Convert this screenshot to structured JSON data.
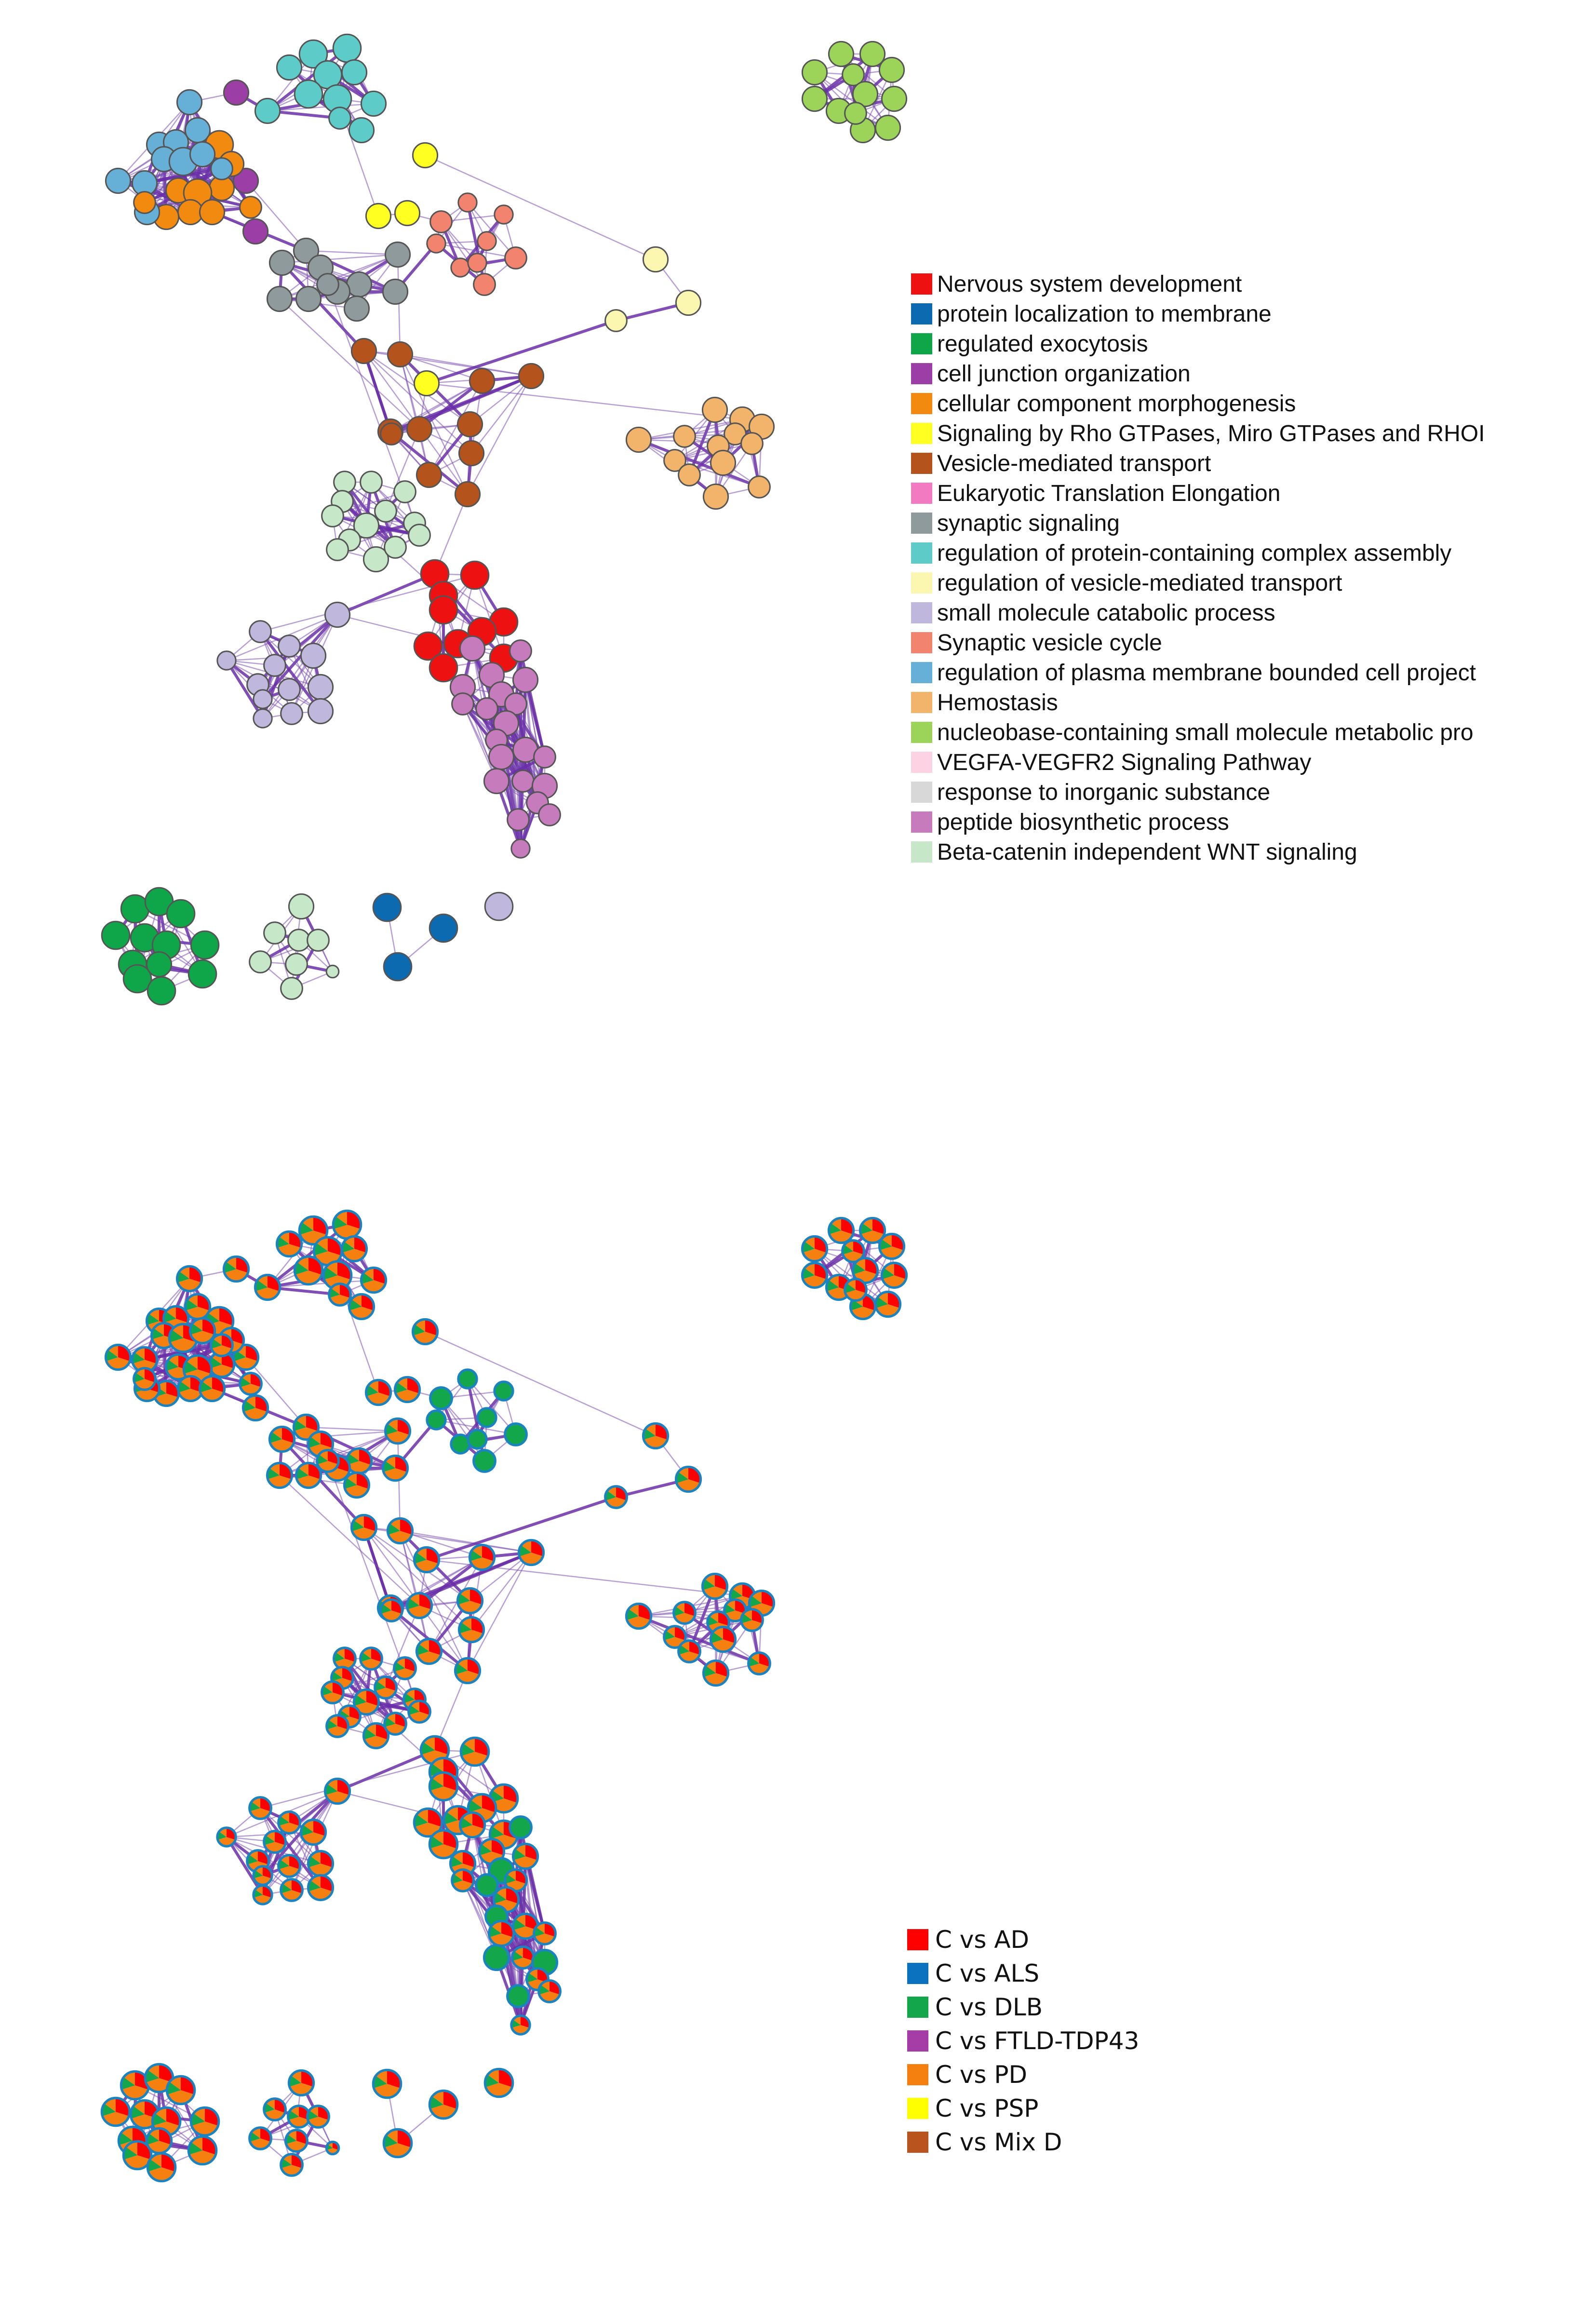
{
  "top_network": {
    "legend": [
      {
        "label": "Nervous system development",
        "color": "#ee1111"
      },
      {
        "label": "protein localization to membrane",
        "color": "#0b6ab0"
      },
      {
        "label": "regulated exocytosis",
        "color": "#0fa64a"
      },
      {
        "label": "cell junction organization",
        "color": "#9b3fa6"
      },
      {
        "label": "cellular component morphogenesis",
        "color": "#f28a10"
      },
      {
        "label": "Signaling by Rho GTPases, Miro GTPases and RHOI",
        "color": "#ffff22"
      },
      {
        "label": "Vesicle-mediated transport",
        "color": "#b5531c"
      },
      {
        "label": "Eukaryotic Translation Elongation",
        "color": "#f27ac0"
      },
      {
        "label": "synaptic signaling",
        "color": "#8f9a9c"
      },
      {
        "label": "regulation of protein-containing complex assembly",
        "color": "#5dccc8"
      },
      {
        "label": "regulation of vesicle-mediated transport",
        "color": "#fbf7b1"
      },
      {
        "label": "small molecule catabolic process",
        "color": "#bfb8dc"
      },
      {
        "label": "Synaptic vesicle cycle",
        "color": "#f2836f"
      },
      {
        "label": "regulation of plasma membrane bounded cell project",
        "color": "#66b0d8"
      },
      {
        "label": "Hemostasis",
        "color": "#f2b46a"
      },
      {
        "label": "nucleobase-containing small molecule metabolic pro",
        "color": "#9cd45a"
      },
      {
        "label": "VEGFA-VEGFR2 Signaling Pathway",
        "color": "#fcd3e3"
      },
      {
        "label": "response to inorganic substance",
        "color": "#d8d8d8"
      },
      {
        "label": "peptide biosynthetic process",
        "color": "#c67cbc"
      },
      {
        "label": "Beta-catenin independent WNT signaling",
        "color": "#c7e8c8"
      }
    ]
  },
  "bottom_network": {
    "legend": [
      {
        "label": "C vs AD",
        "color": "#ff0000"
      },
      {
        "label": "C vs ALS",
        "color": "#0b72c0"
      },
      {
        "label": "C vs DLB",
        "color": "#13a64a"
      },
      {
        "label": "C vs FTLD-TDP43",
        "color": "#a63ca6"
      },
      {
        "label": "C vs PD",
        "color": "#f57f0f"
      },
      {
        "label": "C vs PSP",
        "color": "#ffff00"
      },
      {
        "label": "C vs Mix D",
        "color": "#b9541f"
      }
    ]
  }
}
